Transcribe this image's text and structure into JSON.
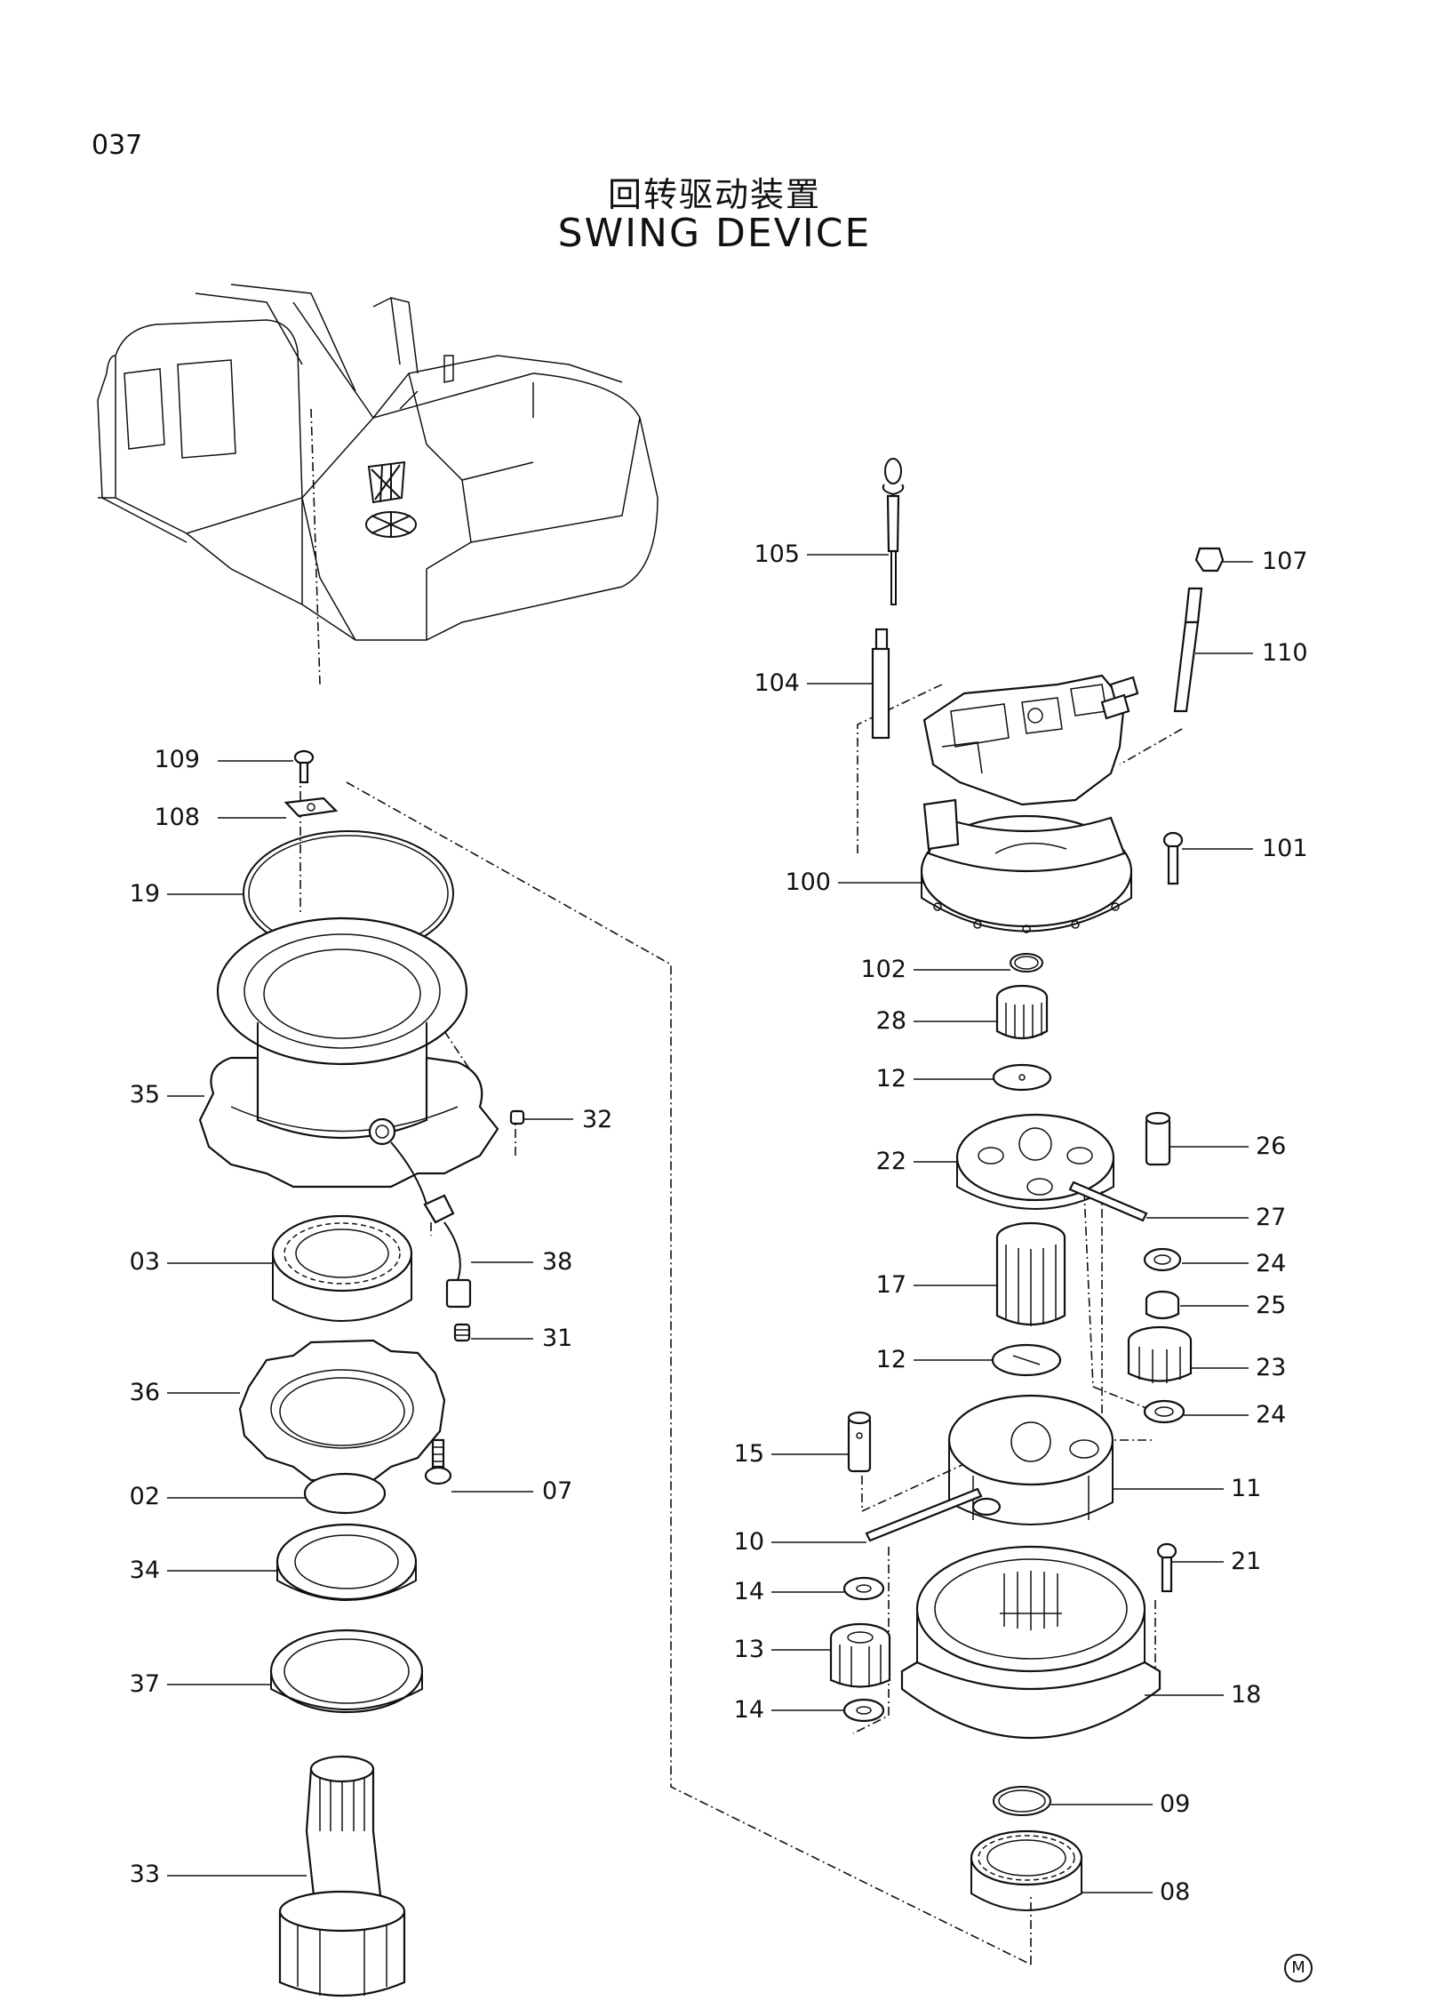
{
  "page_number": "037",
  "title_cn": "回转驱动装置",
  "title_en": "SWING DEVICE",
  "corner_mark": "M",
  "callouts": [
    {
      "label": "109"
    },
    {
      "label": "108"
    },
    {
      "label": "19"
    },
    {
      "label": "35"
    },
    {
      "label": "32"
    },
    {
      "label": "03"
    },
    {
      "label": "38"
    },
    {
      "label": "31"
    },
    {
      "label": "36"
    },
    {
      "label": "07"
    },
    {
      "label": "02"
    },
    {
      "label": "34"
    },
    {
      "label": "37"
    },
    {
      "label": "33"
    },
    {
      "label": "105"
    },
    {
      "label": "107"
    },
    {
      "label": "110"
    },
    {
      "label": "104"
    },
    {
      "label": "101"
    },
    {
      "label": "100"
    },
    {
      "label": "102"
    },
    {
      "label": "28"
    },
    {
      "label": "12"
    },
    {
      "label": "26"
    },
    {
      "label": "22"
    },
    {
      "label": "27"
    },
    {
      "label": "24"
    },
    {
      "label": "25"
    },
    {
      "label": "17"
    },
    {
      "label": "12"
    },
    {
      "label": "23"
    },
    {
      "label": "24"
    },
    {
      "label": "15"
    },
    {
      "label": "11"
    },
    {
      "label": "10"
    },
    {
      "label": "21"
    },
    {
      "label": "14"
    },
    {
      "label": "13"
    },
    {
      "label": "18"
    },
    {
      "label": "14"
    },
    {
      "label": "09"
    },
    {
      "label": "08"
    }
  ]
}
